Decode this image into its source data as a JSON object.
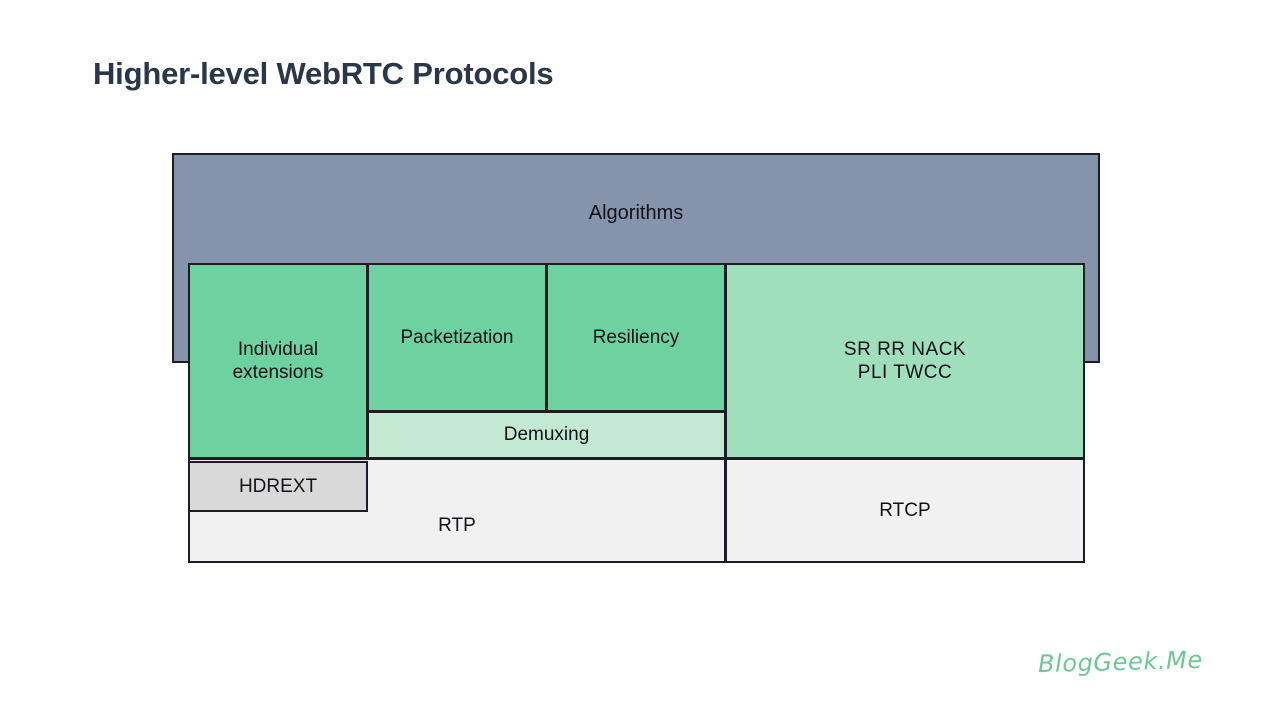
{
  "slide": {
    "title": "Higher-level WebRTC Protocols",
    "background_color": "#ffffff",
    "title_color": "#2b3648"
  },
  "diagram": {
    "type": "layered-stack",
    "colors": {
      "algorithms_band": "#8694ab",
      "green_primary": "#6dd1a0",
      "green_light": "#9fdfbc",
      "green_lightest": "#c4e9d3",
      "protocol_row": "#f1f1f1",
      "hdrext": "#d9d9d9",
      "border": "#1c1c26"
    },
    "blocks": {
      "algorithms": {
        "label": "Algorithms"
      },
      "individual_extensions": {
        "line1": "Individual",
        "line2": "extensions"
      },
      "packetization": {
        "label": "Packetization"
      },
      "resiliency": {
        "label": "Resiliency"
      },
      "demuxing": {
        "label": "Demuxing"
      },
      "rtcp_messages": {
        "line1": "SR  RR  NACK",
        "line2": "PLI  TWCC"
      },
      "hdrext": {
        "label": "HDREXT"
      },
      "rtp": {
        "label": "RTP"
      },
      "rtcp": {
        "label": "RTCP"
      }
    }
  },
  "footer": {
    "logo_text": "BlogGeek.Me",
    "logo_color": "#6dc894"
  }
}
